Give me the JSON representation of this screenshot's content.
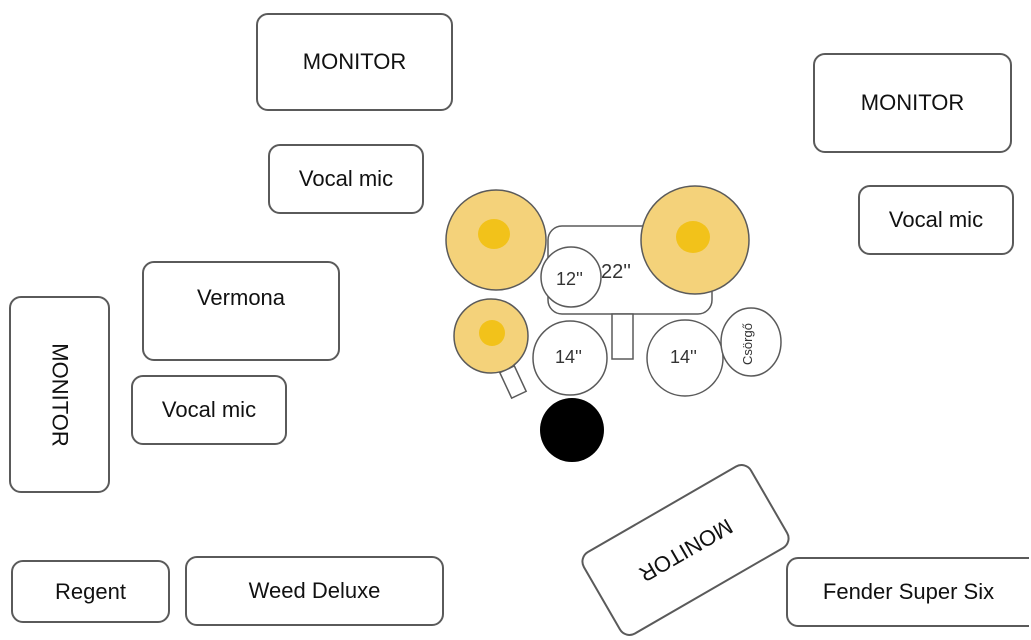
{
  "stage_plot": {
    "monitors": {
      "top_left": "MONITOR",
      "top_right": "MONITOR",
      "left_side": "MONITOR",
      "bottom_angled": "MONITOR"
    },
    "vocal_mics": {
      "center_left": "Vocal mic",
      "right": "Vocal mic",
      "lower_left": "Vocal mic"
    },
    "keyboards": {
      "vermona": "Vermona"
    },
    "amps": {
      "regent": "Regent",
      "weed_deluxe": "Weed Deluxe",
      "fender": "Fender Super Six"
    },
    "drums": {
      "tom": "12''",
      "kick": "22''",
      "snare": "14''",
      "floor_tom": "14''",
      "rattle": "Csörgő"
    },
    "colors": {
      "cymbal_fill": "#f4d27a",
      "cymbal_center": "#f2c21a",
      "line": "#5a5a5a",
      "throne": "#000000"
    }
  }
}
